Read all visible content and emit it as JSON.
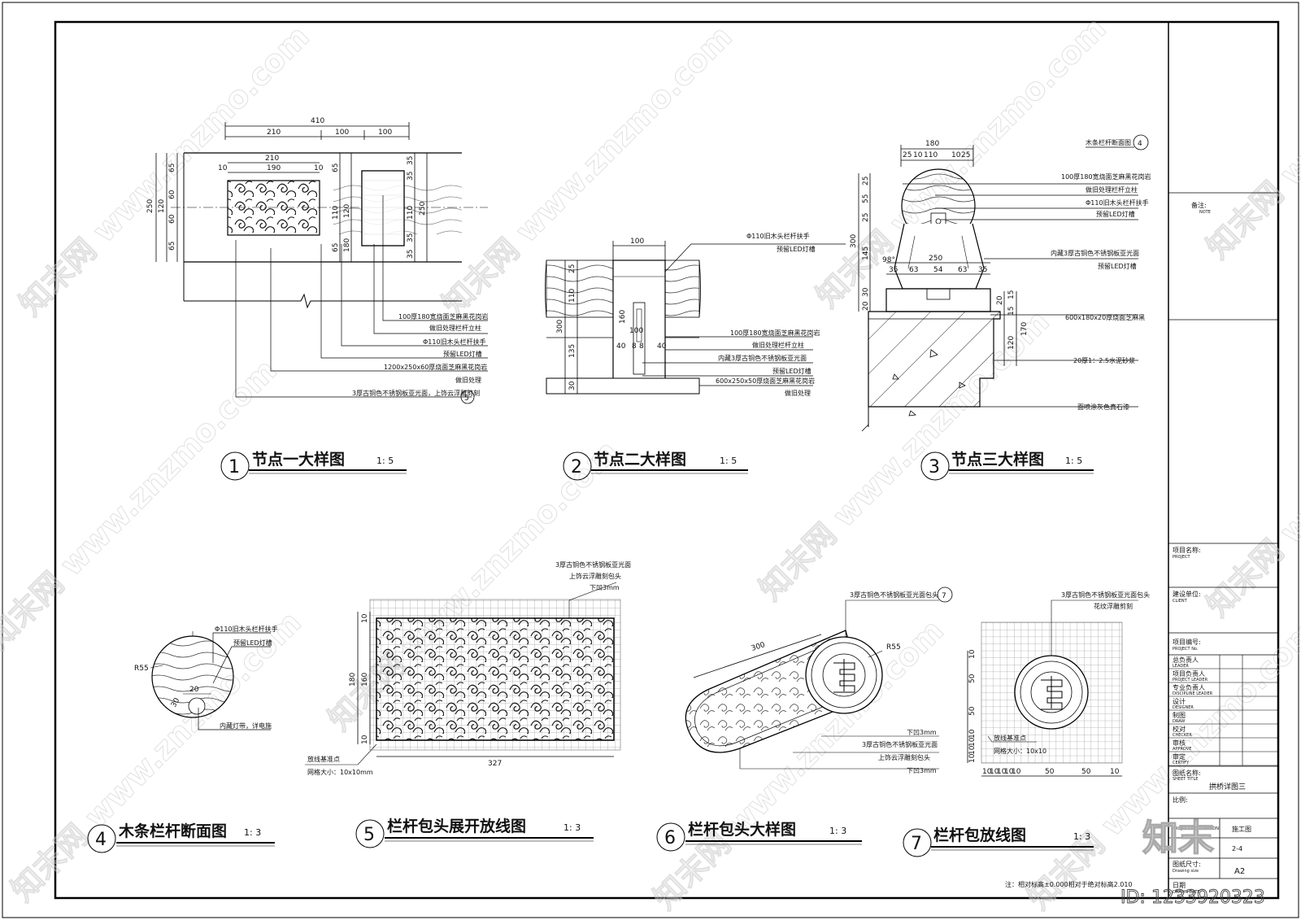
{
  "sheet": {
    "watermark_text": "知末网 www.znzmo.com",
    "logo_text": "知末",
    "id_text": "ID: 1233920323",
    "footnote": "注：相对标高±0.000相对于绝对标高2.010"
  },
  "title_block": {
    "note_label": "备注:",
    "note_label_en": "NOTE",
    "project_label": "项目名称:",
    "project_label_en": "PROJECT",
    "client_label": "建设单位:",
    "client_label_en": "CLIENT",
    "project_no_label": "项目编号:",
    "project_no_label_en": "PROJECT No.",
    "roles": [
      {
        "cn": "总负责人",
        "en": "LEADER"
      },
      {
        "cn": "项目负责人",
        "en": "PROJECT LEADER"
      },
      {
        "cn": "专业负责人",
        "en": "DISCIPLINE LEADER"
      },
      {
        "cn": "设计",
        "en": "DESIGNER"
      },
      {
        "cn": "制图",
        "en": "DRAW"
      },
      {
        "cn": "校对",
        "en": "CHECKER"
      },
      {
        "cn": "审核",
        "en": "APPROVE"
      },
      {
        "cn": "审定",
        "en": "CERTIFY"
      }
    ],
    "sheet_title_label": "图纸名称:",
    "sheet_title_label_en": "SHEET TITLE",
    "sheet_title": "拱桥详图三",
    "scale_label": "比例:",
    "description_label": "PROJECT DESCRIPTION",
    "description_value": "施工图",
    "sheet_no_value": "2-4",
    "size_label": "图纸尺寸:",
    "size_label_en": "Drawing size",
    "size_value": "A2",
    "date_label": "日期",
    "date_label_en": "DRAWN DATE"
  },
  "details": {
    "d1": {
      "num": "1",
      "title": "节点一大样图",
      "scale": "1:  5",
      "dims_top": [
        "410",
        "210",
        "100",
        "100",
        "210",
        "10",
        "190",
        "10"
      ],
      "dims_left": [
        "250",
        "120",
        "65",
        "60",
        "60",
        "65"
      ],
      "dims_mid": [
        "65",
        "65",
        "110",
        "120"
      ],
      "dims_right": [
        "35",
        "35",
        "110",
        "35",
        "35",
        "250",
        "180"
      ],
      "callouts": [
        "100厚180宽烧面芝麻黑花岗岩",
        "做旧处理栏杆立柱",
        "Φ110旧木头栏杆扶手",
        "预留LED灯槽",
        "1200x250x60厚烧面芝麻黑花岗岩",
        "做旧处理",
        "3厚古铜色不锈钢板亚光面，上饰云浮雕剪刻"
      ],
      "ref": "5"
    },
    "d2": {
      "num": "2",
      "title": "节点二大样图",
      "scale": "1:  5",
      "dims": [
        "100",
        "25",
        "110",
        "300",
        "135",
        "30",
        "160",
        "100",
        "40",
        "40",
        "8",
        "8"
      ],
      "callouts_top": [
        "Φ110旧木头栏杆扶手",
        "预留LED灯槽"
      ],
      "callouts_bottom": [
        "100厚180宽烧面芝麻黑花岗岩",
        "做旧处理栏杆立柱",
        "内藏3厚古铜色不锈钢板亚光面",
        "预留LED灯槽",
        "600x250x50厚烧面芝麻黑花岗岩",
        "做旧处理"
      ]
    },
    "d3": {
      "num": "3",
      "title": "节点三大样图",
      "scale": "1:  5",
      "dims_top": [
        "180",
        "25",
        "10",
        "110",
        "10",
        "25"
      ],
      "dims_left": [
        "25",
        "55",
        "25",
        "300",
        "145",
        "30",
        "20"
      ],
      "dims_mid": [
        "250",
        "35",
        "63",
        "54",
        "63",
        "35"
      ],
      "dims_right": [
        "15",
        "20",
        "15",
        "120",
        "170"
      ],
      "angle": "98°",
      "callouts": [
        "100厚180宽烧面芝麻黑花岗岩",
        "做旧处理栏杆立柱",
        "Φ110旧木头栏杆扶手",
        "预留LED灯槽",
        "内藏3厚古铜色不锈钢板亚光面",
        "预留LED灯槽",
        "600x180x20厚烧面芝麻黑",
        "20厚1：2.5水泥砂浆",
        "面喷涂灰色真石漆"
      ],
      "section_ref_label": "木条栏杆断面图",
      "section_ref_num": "4"
    },
    "d4": {
      "num": "4",
      "title": "木条栏杆断面图",
      "scale": "1:  3",
      "dims": [
        "R55",
        "20",
        "30"
      ],
      "callouts": [
        "Φ110旧木头栏杆扶手",
        "预留LED灯槽",
        "内藏灯带，详电施"
      ]
    },
    "d5": {
      "num": "5",
      "title": "栏杆包头展开放线图",
      "scale": "1:  3",
      "dims": [
        "10",
        "180",
        "160",
        "10",
        "327"
      ],
      "callouts_top": [
        "3厚古铜色不锈钢板亚光面",
        "上饰云浮雕刻包头",
        "下凹3mm"
      ],
      "callouts_bottom": [
        "放线基准点",
        "网格大小：10x10mm"
      ]
    },
    "d6": {
      "num": "6",
      "title": "栏杆包头大样图",
      "scale": "1:  3",
      "dims": [
        "300",
        "R55"
      ],
      "callouts_top": [
        "3厚古铜色不锈钢板亚光面包头"
      ],
      "callouts_bottom": [
        "下凹3mm",
        "3厚古铜色不锈钢板亚光面",
        "上饰云浮雕刻包头",
        "下凹3mm"
      ],
      "ref": "7"
    },
    "d7": {
      "num": "7",
      "title": "栏杆包放线图",
      "scale": "1:  3",
      "dims_left": [
        "10",
        "50",
        "50",
        "10",
        "10",
        "10",
        "10"
      ],
      "dims_bottom": [
        "10",
        "10",
        "10",
        "10",
        "10",
        "50",
        "50",
        "10"
      ],
      "callouts_top": [
        "3厚古铜色不锈钢板亚光面包头",
        "花纹浮雕剪刻"
      ],
      "callouts_bottom": [
        "放线基准点",
        "网格大小：10x10"
      ]
    }
  }
}
